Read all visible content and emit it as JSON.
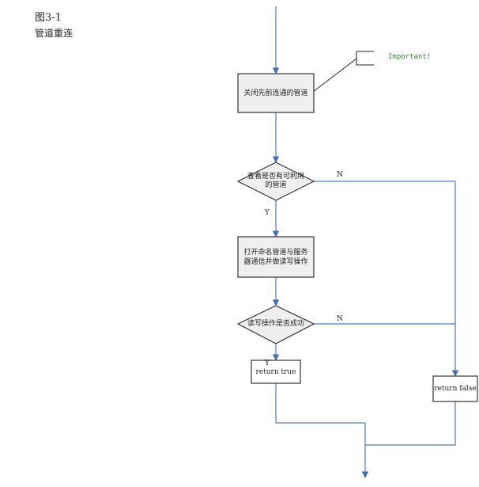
{
  "figure": {
    "title": "图3-1",
    "subtitle": "管道重连"
  },
  "flowchart": {
    "steps": [
      {
        "id": "close_pipe",
        "kind": "process",
        "text": "关闭先前连通的管道"
      },
      {
        "id": "check_pipe",
        "kind": "decision",
        "text": "查看是否有可利用的管道",
        "yes_label": "Y",
        "no_label": "N"
      },
      {
        "id": "open_pipe",
        "kind": "process",
        "text": "打开命名管道与服务器通信并做读写操作"
      },
      {
        "id": "rw_success",
        "kind": "decision",
        "text": "读写操作是否成功",
        "yes_label": "Y",
        "no_label": "N"
      },
      {
        "id": "return_true",
        "kind": "terminal",
        "text": "return true"
      },
      {
        "id": "return_false",
        "kind": "terminal",
        "text": "return false"
      }
    ],
    "annotation": {
      "text": "Important!",
      "target": "close_pipe",
      "color": "#2e8b2e"
    },
    "colors": {
      "connector": "#4a7cc7",
      "box_fill": "#efefef",
      "box_border": "#333333"
    }
  }
}
